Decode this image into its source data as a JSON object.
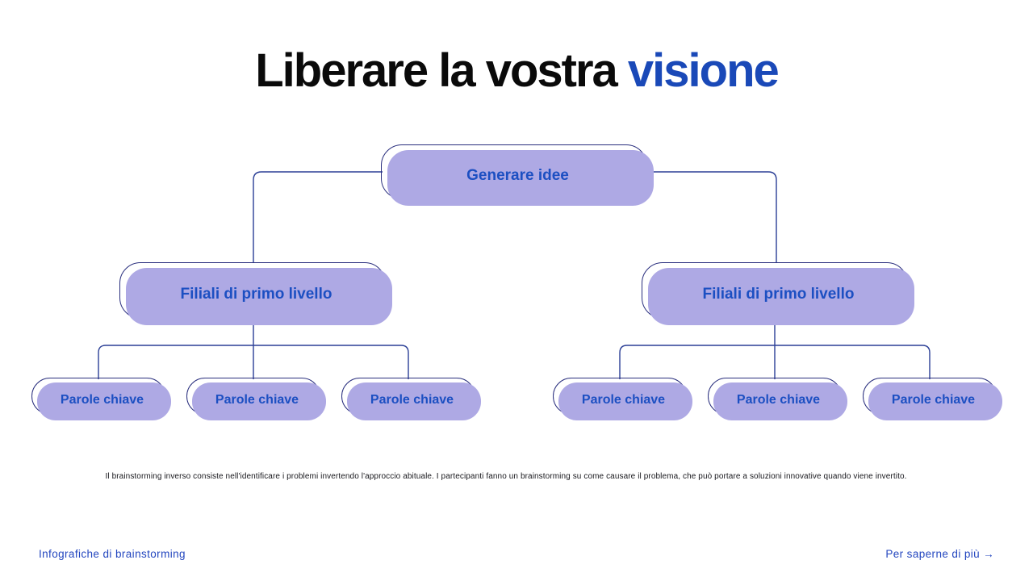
{
  "title": {
    "prefix": "Liberare la vostra ",
    "highlight": "visione"
  },
  "tree": {
    "root": {
      "label": "Generare idee"
    },
    "branches": [
      {
        "label": "Filiali di primo livello",
        "children": [
          "Parole chiave",
          "Parole chiave",
          "Parole chiave"
        ]
      },
      {
        "label": "Filiali di primo livello",
        "children": [
          "Parole chiave",
          "Parole chiave",
          "Parole chiave"
        ]
      }
    ]
  },
  "annotation": "Il brainstorming inverso consiste nell'identificare i problemi invertendo l'approccio abituale. I partecipanti fanno un brainstorming su come causare il problema, che può portare a soluzioni innovative quando viene invertito.",
  "footer": {
    "left_label": "Infografiche di brainstorming",
    "more_label": "Per saperne di più",
    "arrow_icon": "→"
  },
  "colors": {
    "title_black": "#0a0a0a",
    "accent_blue": "#1a49b8",
    "node_fill_lavender": "#aea9e4",
    "node_border_navy": "#2a2f7e",
    "node_label_blue": "#1c4fc2",
    "connector_blue": "#2b3f96",
    "footer_link_blue": "#2346bf",
    "background": "#ffffff"
  }
}
